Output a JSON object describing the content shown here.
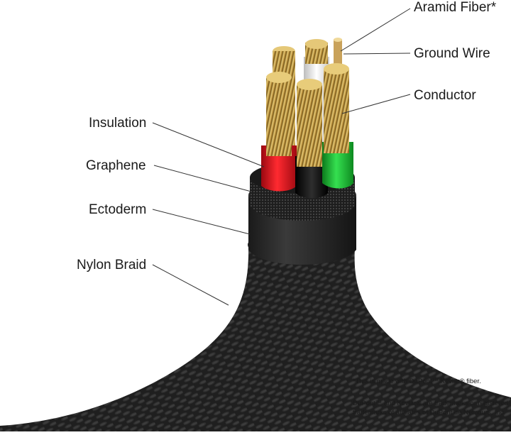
{
  "labels": {
    "aramid_fiber": "Aramid Fiber*",
    "ground_wire": "Ground Wire",
    "conductor": "Conductor",
    "insulation": "Insulation",
    "graphene": "Graphene",
    "ectoderm": "Ectoderm",
    "nylon_braid": "Nylon Braid"
  },
  "footnotes": {
    "kevlar_note": "*This is made with DuPont™ Kevlar® fiber.",
    "trademark_line1": "DuPont™ and Kevlar® are trademarks or registered",
    "trademark_line2": "trademarks of affiliates of DuPont de Nemours, Inc."
  },
  "colors": {
    "insulation_red": "#e0101a",
    "insulation_black": "#0d0d0d",
    "insulation_green": "#18c030",
    "insulation_white": "#f2f2f2",
    "copper": "#c8a448",
    "braid": "#2a2a2a"
  }
}
